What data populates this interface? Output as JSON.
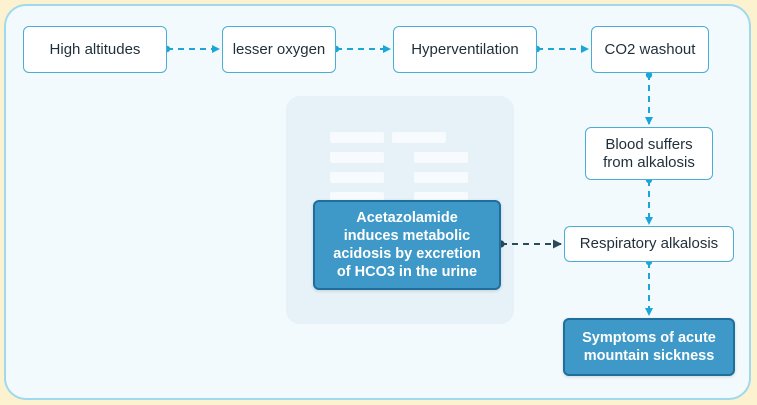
{
  "nodes": {
    "high_altitudes": "High altitudes",
    "lesser_oxygen": "lesser oxygen",
    "hyperventilation": "Hyperventilation",
    "co2_washout": "CO2 washout",
    "blood_alkalosis": "Blood suffers\nfrom alkalosis",
    "resp_alkalosis": "Respiratory alkalosis",
    "acetazolamide": "Acetazolamide\ninduces metabolic\nacidosis by excretion\nof HCO3 in the urine",
    "symptoms": "Symptoms of acute\nmountain sickness"
  },
  "colors": {
    "page_background": "#fdf2d0",
    "panel_border": "#9fd9ee",
    "node_border": "#4aaed4",
    "highlight_fill": "#3f99c8",
    "arrow_blue": "#1aa7d8",
    "arrow_dark": "#2b4a5c"
  }
}
